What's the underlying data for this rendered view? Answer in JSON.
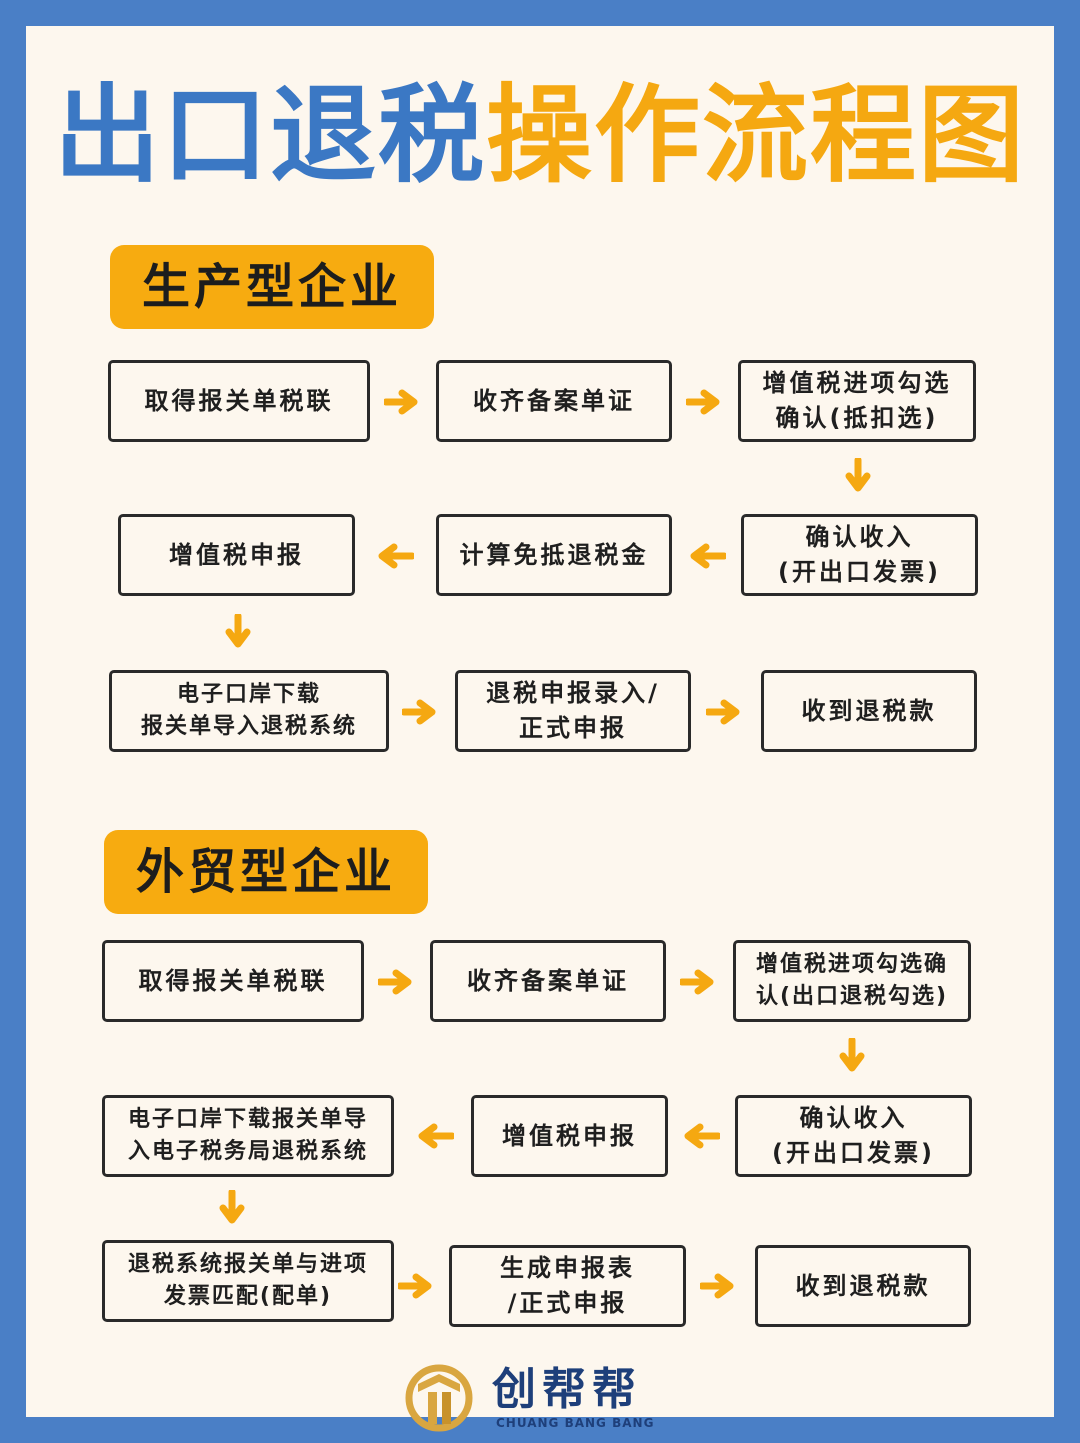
{
  "title": {
    "part1": "出口退税",
    "part2": "操作流程图"
  },
  "colors": {
    "background": "#4a7fc6",
    "accent": "#f5a811",
    "blue": "#3b78c4",
    "card": "#fdf7ee"
  },
  "section1": {
    "label": "生产型企业",
    "steps": [
      "取得报关单税联",
      "收齐备案单证",
      "增值税进项勾选\n确认(抵扣选)",
      "确认收入\n(开出口发票)",
      "计算免抵退税金",
      "增值税申报",
      "电子口岸下载\n报关单导入退税系统",
      "退税申报录入/\n正式申报",
      "收到退税款"
    ]
  },
  "section2": {
    "label": "外贸型企业",
    "steps": [
      "取得报关单税联",
      "收齐备案单证",
      "增值税进项勾选确\n认(出口退税勾选)",
      "确认收入\n(开出口发票)",
      "增值税申报",
      "电子口岸下载报关单导\n入电子税务局退税系统",
      "退税系统报关单与进项\n发票匹配(配单)",
      "生成申报表\n/正式申报",
      "收到退税款"
    ]
  },
  "logo": {
    "name": "创帮帮",
    "subtitle": "CHUANG BANG BANG",
    "icon": "logo-emblem-icon"
  }
}
